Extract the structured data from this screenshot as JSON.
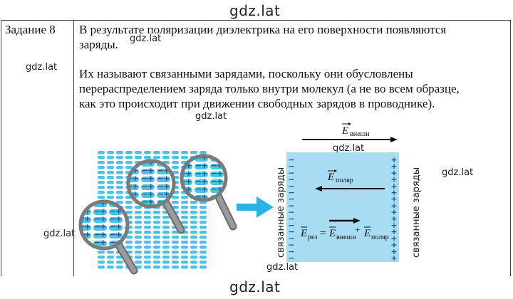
{
  "watermark": "gdz.lat",
  "task": {
    "label": "Задание 8"
  },
  "paragraphs": [
    {
      "lines": [
        "В результате поляризации диэлектрика на его поверхности появляются",
        "заряды."
      ]
    },
    {
      "lines": [
        "Их называют связанными зарядами, поскольку они обусловлены",
        "перераспределением заряда только внутри молекул (а не во всем образце,",
        "как это происходит при движении свободных зарядов в проводнике)."
      ]
    }
  ],
  "figure": {
    "side_label": "связанные заряды",
    "vectors": {
      "external": {
        "symbol": "E",
        "sub": "внешн"
      },
      "polar": {
        "symbol": "E",
        "sub": "поляр"
      },
      "formula": {
        "res_symbol": "E",
        "res_sub": "рез",
        "eq": "=",
        "ext_symbol": "E",
        "ext_sub": "внешн",
        "plus": "+",
        "pol_symbol": "E",
        "pol_sub": "поляр"
      }
    },
    "charge_minus": "−",
    "charge_plus": "+",
    "colors": {
      "dielectric": "#a8dcf2",
      "molecule": "#4fc0e6",
      "arrow": "#2ab4e6",
      "handle": "#8a8a8a"
    }
  }
}
